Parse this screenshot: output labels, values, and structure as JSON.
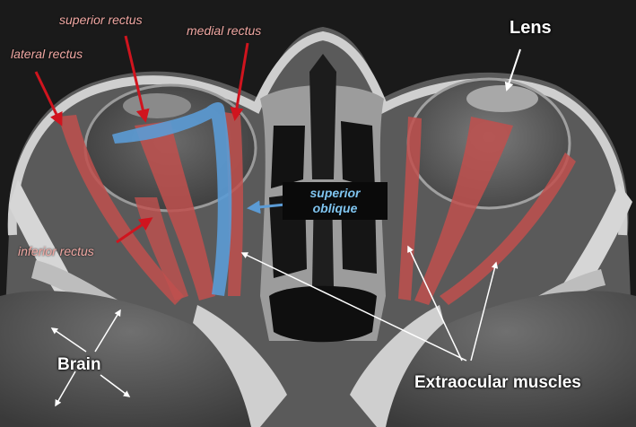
{
  "labels": {
    "superior_rectus": "superior rectus",
    "medial_rectus": "medial rectus",
    "lateral_rectus": "lateral rectus",
    "inferior_rectus": "inferior rectus",
    "superior_oblique_line1": "superior",
    "superior_oblique_line2": "oblique",
    "lens": "Lens",
    "brain": "Brain",
    "extraocular_muscles": "Extraocular muscles"
  },
  "colors": {
    "rectus_muscle": "#c0504d",
    "rectus_label": "#f1a8a3",
    "oblique_muscle": "#5b9bd5",
    "oblique_label": "#7fc4ef",
    "arrow_red": "#d0141e",
    "arrow_white": "#ffffff"
  }
}
